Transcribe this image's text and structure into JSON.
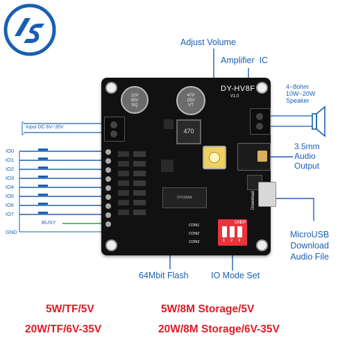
{
  "board": {
    "model": "DY-HV8F",
    "version": "V1.0",
    "inductor": "470",
    "cap1": "220\n35V\nSQ",
    "cap2": "470\n25V\nVT",
    "chip": "DY1906A",
    "connectors": [
      "CON1",
      "CON2",
      "CON3"
    ],
    "dip_on": "ON",
    "dip_dp": "DP",
    "dip_numbers": [
      "1",
      "2",
      "3"
    ],
    "download_label": "Download"
  },
  "labels": {
    "adjust_volume": "Adjust Volume",
    "amplifier_ic": "Amplifier  IC",
    "speaker": "4~8ohm\n10W~20W\nSpeaker",
    "audio_output": "3.5mm\nAudio\nOutput",
    "input_dc": "Input DC 6V~35V",
    "io_pins": [
      "IO0",
      "IO1",
      "IO2",
      "IO3",
      "IO4",
      "IO5",
      "IO6",
      "IO7"
    ],
    "busy": "BUSY",
    "gnd": "GND",
    "microusb": "MicroUSB\nDownload\nAudio File",
    "flash": "64Mbit Flash",
    "io_mode": "IO Mode Set"
  },
  "specs": {
    "left_top": "5W/TF/5V",
    "right_top": "5W/8M Storage/5V",
    "left_bottom": "20W/TF/6V-35V",
    "right_bottom": "20W/8M Storage/6V-35V"
  },
  "colors": {
    "accent": "#1a5fb4",
    "spec_red": "#e01b24",
    "board_black": "#111111",
    "dip_red": "#e8343b",
    "busy_green": "#2ea043"
  },
  "icons": {
    "logo": "s-logo-icon"
  }
}
